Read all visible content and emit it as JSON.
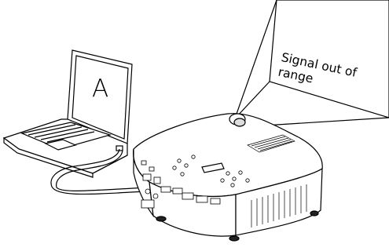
{
  "laptop": {
    "screen_letter": "A"
  },
  "projection_screen": {
    "message_line1": "Signal out of",
    "message_line2": "range"
  }
}
